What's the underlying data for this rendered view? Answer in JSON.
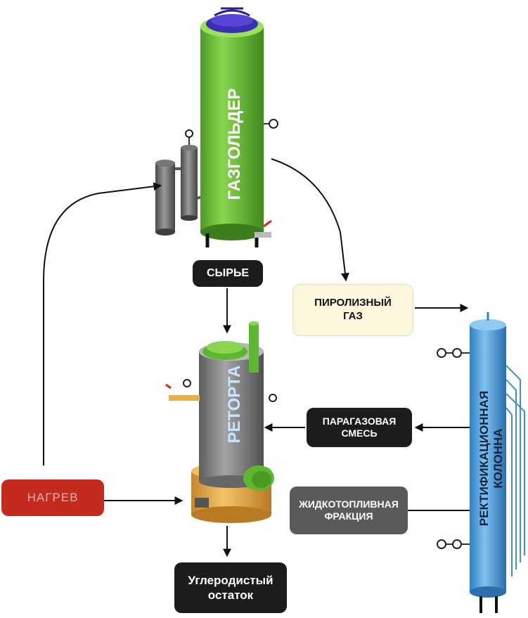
{
  "units": {
    "gasholder": "ГАЗГОЛЬДЕР",
    "retort": "РЕТОРТА",
    "column": "РЕКТИФИКАЦИОННАЯ КОЛОННА"
  },
  "flows": {
    "feedstock": "СЫРЬЕ",
    "pyrolysis_gas_line1": "ПИРОЛИЗНЫЙ",
    "pyrolysis_gas_line2": "ГАЗ",
    "steam_gas_line1": "ПАРАГАЗОВАЯ",
    "steam_gas_line2": "СМЕСЬ",
    "liquid_fuel_line1": "ЖИДКОТОПЛИВНАЯ",
    "liquid_fuel_line2": "ФРАКЦИЯ",
    "heating": "НАГРЕВ",
    "carbon_residue_line1": "Углеродистый",
    "carbon_residue_line2": "остаток"
  },
  "colors": {
    "gasholder": "#6cc23a",
    "gasholder_lid": "#3d2fb0",
    "retort_body": "#8a8a8a",
    "retort_base": "#e8b04a",
    "retort_accent": "#5db830",
    "column": "#4b9ad8",
    "heating_box": "#c42a1e",
    "label_dark": "#1c1c1c",
    "label_grey": "#5a5a5a",
    "label_cream": "#fbf6dc"
  }
}
